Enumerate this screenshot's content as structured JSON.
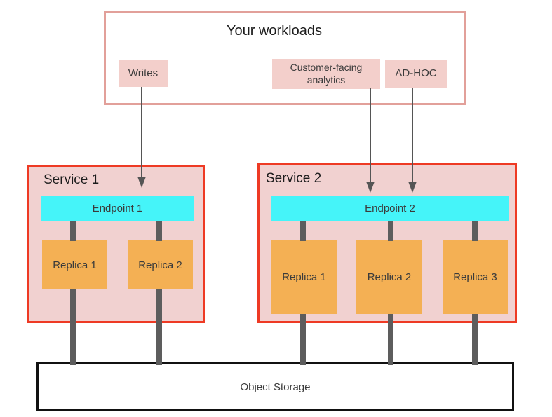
{
  "diagram": {
    "workloads": {
      "title": "Your workloads",
      "items": [
        {
          "label": "Writes"
        },
        {
          "label": "Customer-facing analytics"
        },
        {
          "label": "AD-HOC"
        }
      ]
    },
    "services": [
      {
        "title": "Service 1",
        "endpoint": "Endpoint 1",
        "replicas": [
          "Replica 1",
          "Replica 2"
        ]
      },
      {
        "title": "Service 2",
        "endpoint": "Endpoint 2",
        "replicas": [
          "Replica 1",
          "Replica 2",
          "Replica 3"
        ]
      }
    ],
    "storage": {
      "label": "Object Storage"
    }
  },
  "colors": {
    "outer_border": "#e2a09a",
    "workload_item_bg": "#f3cfcb",
    "service_border": "#ee3a24",
    "service_bg": "#f1d1d0",
    "endpoint_bg": "#45f4f9",
    "replica_bg": "#f4b054",
    "connector": "#5d5d5d",
    "arrow": "#555555",
    "storage_border": "#111111",
    "text_dark": "#1c1c1c",
    "text_label": "#3b3b3b"
  }
}
